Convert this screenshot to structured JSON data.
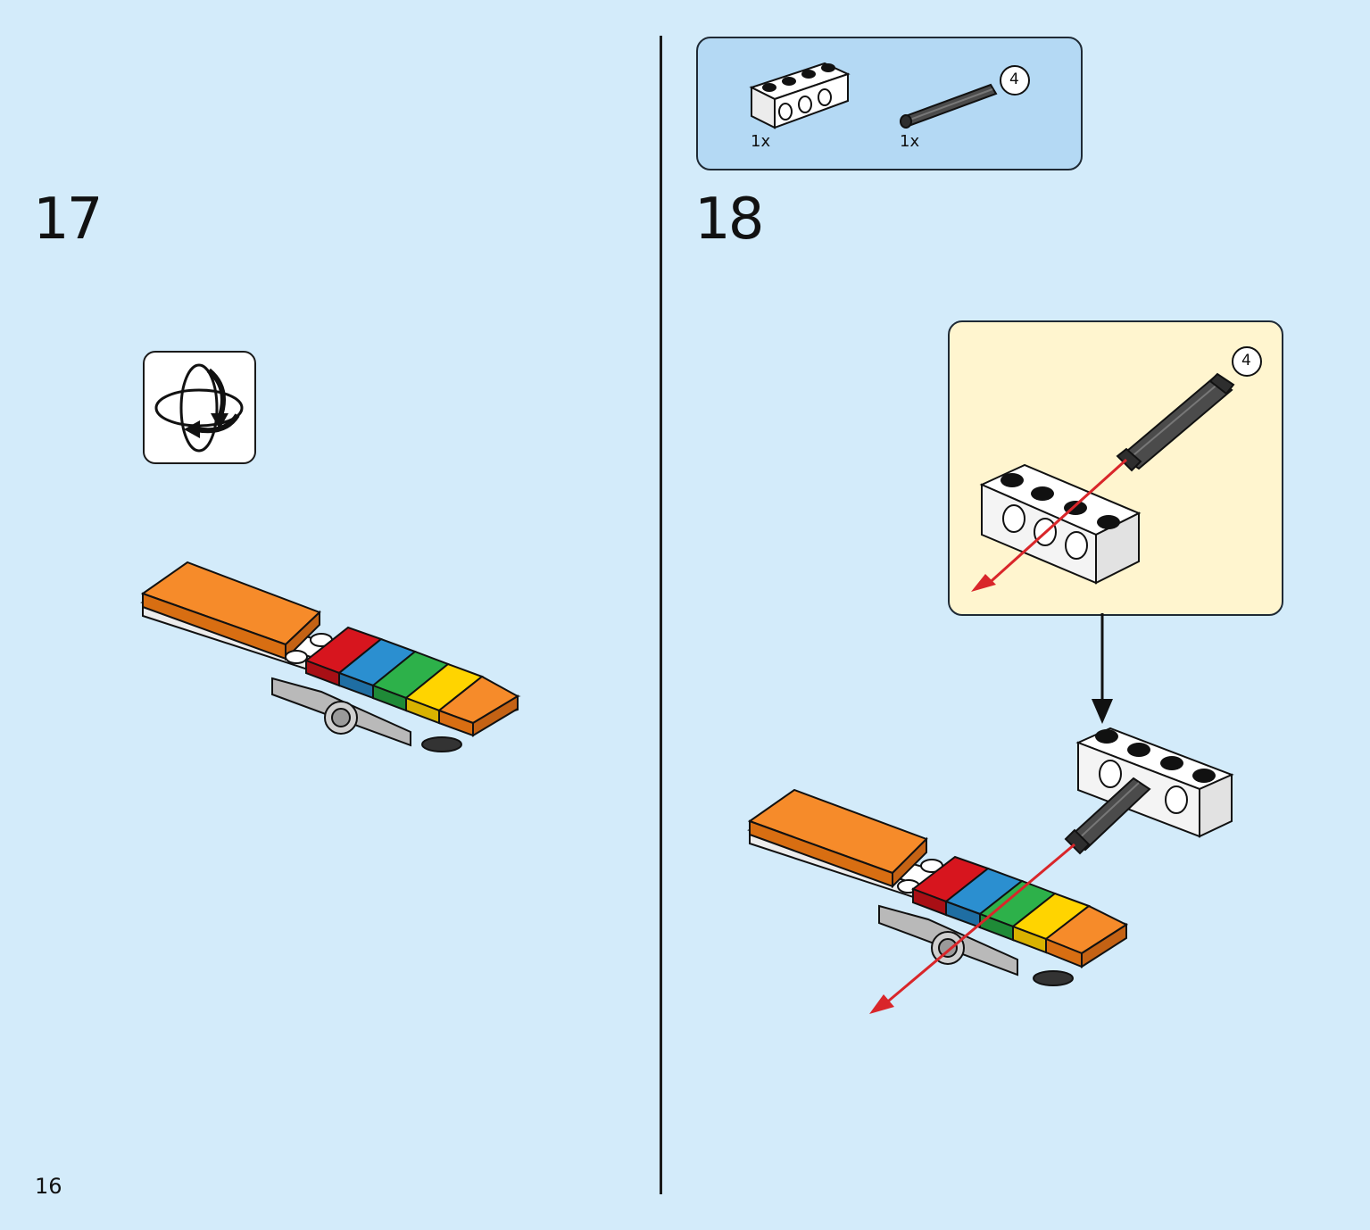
{
  "page": {
    "number": "16"
  },
  "step_17": {
    "number": "17",
    "icon": "rotate-model-icon"
  },
  "step_18": {
    "number": "18",
    "parts": [
      {
        "name": "technic-brick-1x4-white",
        "quantity": "1x",
        "icon": "technic-brick-icon"
      },
      {
        "name": "axle-4-dark-grey",
        "quantity": "1x",
        "icon": "axle-icon",
        "length_badge": "4"
      }
    ],
    "callout": {
      "axle_length_badge": "4"
    }
  },
  "colors": {
    "background": "#d3ebfa",
    "parts_box": "#b4d9f4",
    "callout": "#fff5cf",
    "arrow_red": "#d9262a",
    "brick_orange": "#f68b2a",
    "brick_red": "#d7151e",
    "brick_blue": "#2b8fd0",
    "brick_green": "#2db14a",
    "brick_yellow": "#ffd400",
    "axle_grey": "#4b4b4b"
  }
}
